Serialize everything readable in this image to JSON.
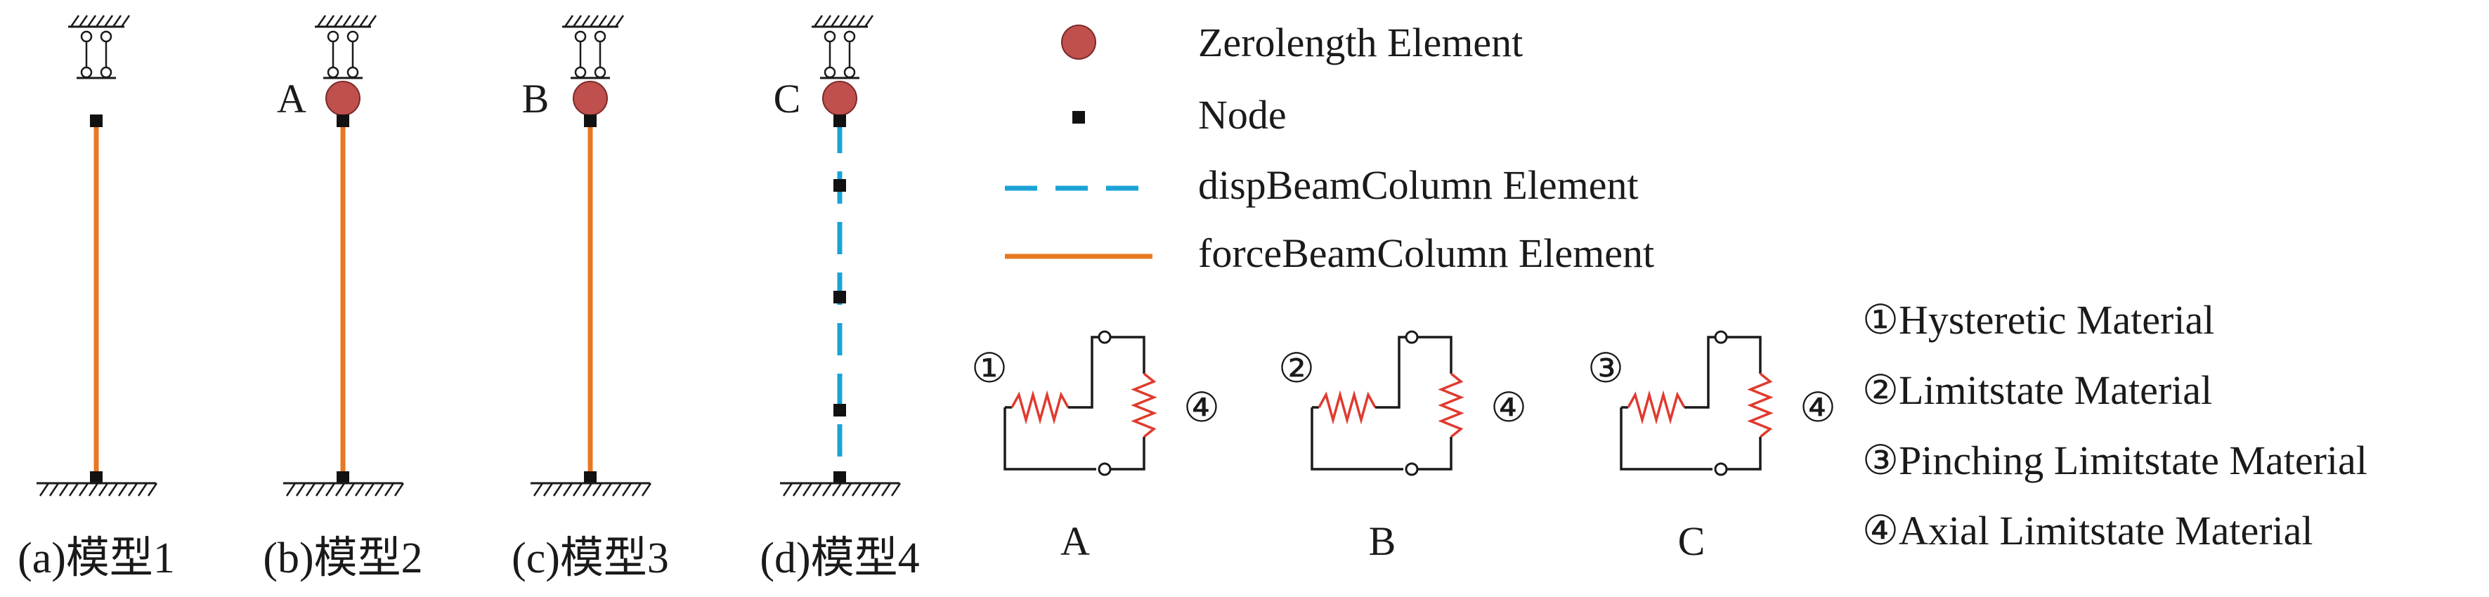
{
  "columns": [
    {
      "caption": "(a)模型1",
      "spring_label": "",
      "element": "force"
    },
    {
      "caption": "(b)模型2",
      "spring_label": "A",
      "element": "force"
    },
    {
      "caption": "(c)模型3",
      "spring_label": "B",
      "element": "force"
    },
    {
      "caption": "(d)模型4",
      "spring_label": "C",
      "element": "disp"
    }
  ],
  "legend": {
    "zerolength": "Zerolength Element",
    "node": "Node",
    "disp": "dispBeamColumn Element",
    "force": "forceBeamColumn Element"
  },
  "springs": [
    {
      "label": "A",
      "left_num": "①",
      "right_num": "④"
    },
    {
      "label": "B",
      "left_num": "②",
      "right_num": "④"
    },
    {
      "label": "C",
      "left_num": "③",
      "right_num": "④"
    }
  ],
  "materials": [
    "①Hysteretic Material",
    "②Limitstate Material",
    "③Pinching Limitstate Material",
    "④Axial Limitstate Material"
  ],
  "colors": {
    "force_line": "#E87722",
    "disp_line": "#1BA3D6",
    "zerolength": "#C0504D",
    "spring_zigzag": "#E03A2F",
    "ink": "#1a1a1a"
  }
}
